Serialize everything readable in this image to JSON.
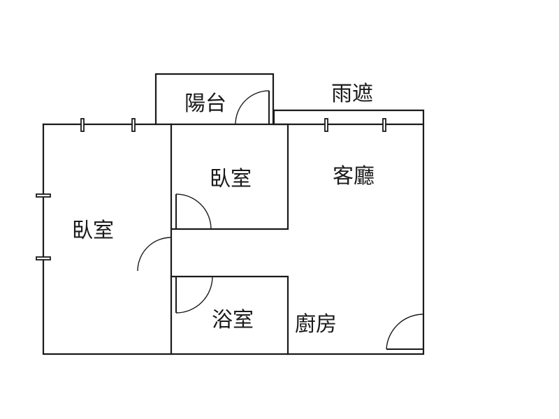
{
  "floorplan": {
    "balcony_label": "陽台",
    "canopy_label": "雨遮",
    "bedroom_small_label": "臥室",
    "living_room_label": "客廳",
    "bedroom_large_label": "臥室",
    "bathroom_label": "浴室",
    "kitchen_label": "廚房"
  },
  "colors": {
    "wall": "#1a1a1a",
    "background": "#ffffff"
  }
}
